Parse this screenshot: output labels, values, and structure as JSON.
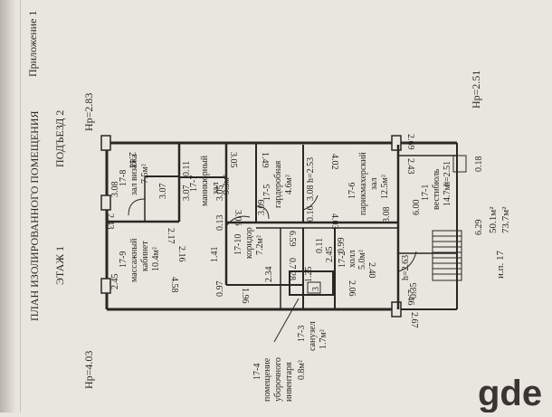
{
  "header": {
    "annex": "Приложение 1",
    "title": "ПЛАН ИЗОЛИРОВАННОГО ПОМЕЩЕНИЯ",
    "floor": "ЭТАЖ 1",
    "entrance": "ПОДЪЕЗД 2"
  },
  "levels": {
    "top": "Hp=2.83",
    "right": "Hp=2.51",
    "bottom": "Hp=4.03"
  },
  "rooms": {
    "massage": {
      "num": "17-9",
      "name1": "массажный",
      "name2": "кабинет",
      "area": "10.4м²"
    },
    "visage": {
      "num": "17-8",
      "name1": "зал визажа",
      "area": "7.5м²"
    },
    "manicure": {
      "num": "17-7",
      "name1": "маникюрный",
      "name2": "зал",
      "area": "9.3м²"
    },
    "corridor": {
      "num": "17-10",
      "name1": "коридор",
      "area": "7.2м²"
    },
    "wardrobe": {
      "num": "17-5",
      "name1": "гардеробная",
      "area": "4.6м²"
    },
    "hairdresser": {
      "num": "17-6",
      "name1": "парикмахерский",
      "name2": "зал",
      "area": "12.5м²"
    },
    "vestibule": {
      "num": "17-1",
      "name1": "вестибюль",
      "area": "14.7м²"
    },
    "hall": {
      "num": "17-2",
      "name1": "холл",
      "area": "5.0м²"
    },
    "bathroom": {
      "num": "17-3",
      "name1": "санузел",
      "area": "1.7м²"
    },
    "storage": {
      "num": "17-4",
      "name1": "помещение",
      "name2": "уборочного",
      "name3": "инвентаря",
      "area": "0.8м²"
    }
  },
  "dims": {
    "d_2_44": "2.44",
    "d_3_05a": "3.05",
    "d_3_08a": "3.08",
    "d_3_07a": "3.07",
    "d_3_07b": "3.07",
    "d_0_11a": "0.11",
    "d_2_43a": "2.43",
    "d_3_05b": "3.05",
    "d_1_49": "1.49",
    "d_4_02": "4.02",
    "d_3_09": "3.09",
    "d_h_2_53": "h=2.53",
    "d_3_08b": "3.08",
    "d_2_69": "2.69",
    "d_2_43b": "2.43",
    "d_h_2_51": "h=2.51",
    "d_0_18": "0.18",
    "d_2_45a": "2.45",
    "d_2_17": "2.17",
    "d_2_16": "2.16",
    "d_1_41": "1.41",
    "d_0_13": "0.13",
    "d_3_06": "3.06",
    "d_0_16": "0.16",
    "d_4_03": "4.03",
    "d_3_08c": "3.08",
    "d_6_00": "6.00",
    "d_4_58": "4.58",
    "d_0_97": "0.97",
    "d_1_96": "1.96",
    "d_2_34": "2.34",
    "d_6_59": "6.59",
    "d_0_7": "0.7",
    "d_28": "28",
    "d_0_11b": "0.11",
    "d_0_99": "0.99",
    "d_1_25": "1.25",
    "d_2_45b": "2.45",
    "d_2_40": "2.40",
    "d_2_06": "2.06",
    "d_h_2_63": "h=2.63",
    "d_0_35": "0.35",
    "d_2_46": "2.46",
    "d_2_67": "2.67",
    "d_6_29": "6.29",
    "d_3": "3"
  },
  "summary": {
    "total1": "50.1м²",
    "total2": "73.7м²",
    "ref": "и.п. 17"
  },
  "watermark": "gde",
  "colors": {
    "paper": "#e9e6df",
    "ink": "#2a2622",
    "watermark": "#ffffff"
  }
}
